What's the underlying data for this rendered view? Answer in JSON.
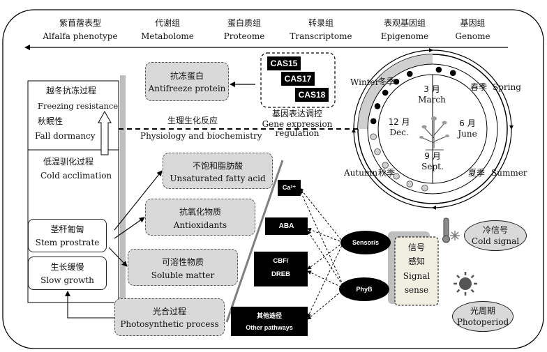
{
  "omics_bar": [
    {
      "zh": "紫苜蓿表型",
      "en": "Alfalfa phenotype"
    },
    {
      "zh": "代谢组",
      "en": "Metabolome"
    },
    {
      "zh": "蛋白质组",
      "en": "Proteome"
    },
    {
      "zh": "转录组",
      "en": "Transcriptome"
    },
    {
      "zh": "表观基因组",
      "en": "Epigenome"
    },
    {
      "zh": "基因组",
      "en": "Genome"
    }
  ],
  "left_panel": {
    "overwinter_zh": "越冬抗冻过程",
    "freezing_en": "Freezing resistance",
    "dormancy_zh": "秋眠性",
    "dormancy_en": "Fall dormancy",
    "acclimation_zh": "低温驯化过程",
    "acclimation_en": "Cold acclimation",
    "stem_zh": "茎秆匍匐",
    "stem_en": "Stem prostrate",
    "slow_zh": "生长缓慢",
    "slow_en": "Slow growth"
  },
  "antifreeze": {
    "zh": "抗冻蛋白",
    "en": "Antifreeze protein"
  },
  "cas": [
    "CAS15",
    "CAS17",
    "CAS18"
  ],
  "gene_reg": {
    "zh": "基因表达调控",
    "en1": "Gene expression",
    "en2": "regulation"
  },
  "physio": {
    "zh": "生理生化反应",
    "en": "Physiology and biochemistry"
  },
  "process_boxes": [
    {
      "zh": "不饱和脂肪酸",
      "en": "Unsaturated fatty acid"
    },
    {
      "zh": "抗氧化物质",
      "en": "Antioxidants"
    },
    {
      "zh": "可溶性物质",
      "en": "Soluble matter"
    },
    {
      "zh": "光合过程",
      "en": "Photosynthetic process"
    }
  ],
  "signals": {
    "ca": "Ca²⁺",
    "aba": "ABA",
    "cbf1": "CBF/",
    "cbf2": "DREB",
    "other_zh": "其他途径",
    "other_en": "Other pathways",
    "sensor": "Sensor/s",
    "phyb": "PhyB"
  },
  "signal_sense": {
    "zh1": "信号",
    "zh2": "感知",
    "en1": "Signal",
    "en2": "sense"
  },
  "cold_signal": {
    "zh": "冷信号",
    "en": "Cold signal"
  },
  "photoperiod": {
    "zh": "光周期",
    "en": "Photoperiod"
  },
  "seasons": {
    "winter_en": "Winter",
    "winter_zh": "冬季",
    "spring_zh": "春季",
    "spring_en": "Spring",
    "summer_zh": "夏季",
    "summer_en": "Summer",
    "autumn_en": "Autumn",
    "autumn_zh": "秋季"
  },
  "months": {
    "mar_zh": "3 月",
    "mar_en": "March",
    "jun_zh": "6 月",
    "jun_en": "June",
    "sep_zh": "9 月",
    "sep_en": "Sept.",
    "dec_zh": "12 月",
    "dec_en": "Dec."
  },
  "colors": {
    "box_gray": "#d9d9d9",
    "sense_fill": "#f1eee2",
    "black": "#000000"
  }
}
